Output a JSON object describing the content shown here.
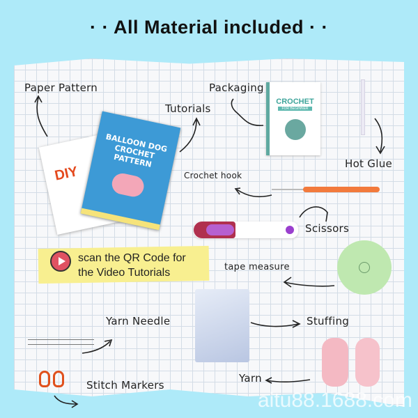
{
  "title": "· · All  Material included · ·",
  "labels": {
    "paper_pattern": "Paper Pattern",
    "tutorials": "Tutorials",
    "packaging": "Packaging",
    "hot_glue": "Hot Glue",
    "crochet_hook": "Crochet hook",
    "scissors": "Scissors",
    "tape_measure": "tape measure",
    "yarn_needle": "Yarn Needle",
    "stuffing": "Stuffing",
    "stitch_markers": "Stitch Markers",
    "yarn": "Yarn"
  },
  "booklet": {
    "title": "BALLOON DOG CROCHET PATTERN",
    "diy": "DIY"
  },
  "package": {
    "brand": "CROCHET",
    "sub": "FOR BEGINNER"
  },
  "qr_banner": {
    "line1": "scan the QR Code for",
    "line2": "the Video Tutorials",
    "icon": "play-tap-icon"
  },
  "watermark": "aitu88.1688.com",
  "colors": {
    "background": "#aeeaf9",
    "hook": "#f27a3c",
    "tape": "#bfe8b0",
    "yarn": "#f4b9c3",
    "booklet": "#3d9ad6"
  }
}
